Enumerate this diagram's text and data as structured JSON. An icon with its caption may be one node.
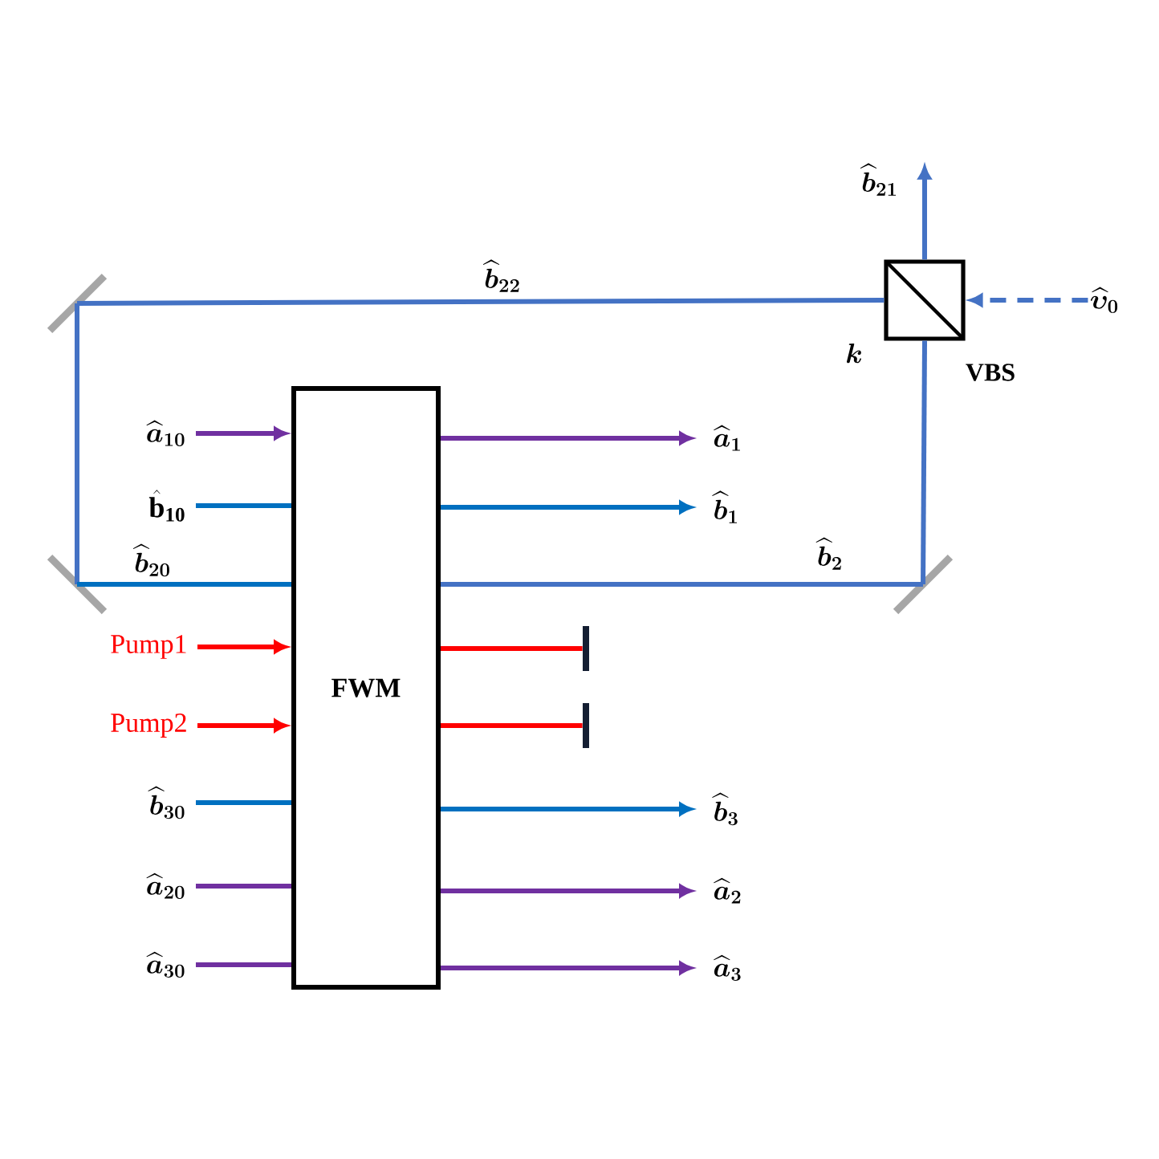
{
  "diagram": {
    "nodes": [
      {
        "text": [
          "FWM"
        ]
      },
      {
        "text": [
          "\\boldsymbol{\\widehat{a}_{10}}"
        ]
      },
      {
        "text": [
          "\\hat{\\mathbf{b}}_{\\mathbf{10}}"
        ]
      },
      {
        "text": [
          "Pump1"
        ]
      },
      {
        "text": [
          "Pump2"
        ]
      },
      {
        "text": [
          "\\boldsymbol{\\widehat{b}_{30}}"
        ]
      },
      {
        "text": [
          "\\boldsymbol{\\widehat{a}_{20}}"
        ]
      },
      {
        "text": [
          "\\boldsymbol{\\widehat{a}_{30}}"
        ]
      },
      {
        "text": [
          "\\boldsymbol{\\widehat{a}_{1}}"
        ]
      },
      {
        "text": [
          "\\boldsymbol{\\widehat{b}_{1}}"
        ]
      },
      {
        "text": [
          "\\boldsymbol{\\widehat{b}_{3}}"
        ]
      },
      {
        "text": [
          "\\boldsymbol{\\widehat{a}_{2}}"
        ]
      },
      {
        "text": [
          "\\boldsymbol{\\widehat{a}_{3}}"
        ]
      },
      {
        "text": [],
        "shape": "bar"
      },
      {
        "text": [],
        "shape": "bar"
      },
      {
        "text": [],
        "shape": "mirror"
      },
      {
        "text": [],
        "shape": "mirror"
      },
      {
        "text": [],
        "shape": "mirror"
      },
      {
        "text": [],
        "shape": "box",
        "beside": [
          "\\boldsymbol{k}",
          "VBS"
        ]
      },
      {
        "text": [
          "\\boldsymbol{\\widehat{b}_{21}}"
        ]
      },
      {
        "text": [
          "\\boldsymbol{\\widehat{\\upsilon}_{0}}"
        ]
      }
    ],
    "edges": [
      {
        "from": 1,
        "to": 0,
        "arrow": "to",
        "color": "#7030a0"
      },
      {
        "from": 2,
        "to": 0,
        "arrow": "none",
        "color": "#0070c0"
      },
      {
        "from": 3,
        "to": 0,
        "arrow": "to",
        "color": "#ff0000"
      },
      {
        "from": 4,
        "to": 0,
        "arrow": "to",
        "color": "#ff0000"
      },
      {
        "from": 5,
        "to": 0,
        "arrow": "none",
        "color": "#0070c0"
      },
      {
        "from": 6,
        "to": 0,
        "arrow": "none",
        "color": "#7030a0"
      },
      {
        "from": 7,
        "to": 0,
        "arrow": "none",
        "color": "#7030a0"
      },
      {
        "from": 0,
        "to": 8,
        "arrow": "to",
        "color": "#7030a0"
      },
      {
        "from": 0,
        "to": 9,
        "arrow": "to",
        "color": "#0070c0"
      },
      {
        "from": 0,
        "to": 13,
        "arrow": "none",
        "color": "#ff0000"
      },
      {
        "from": 0,
        "to": 14,
        "arrow": "none",
        "color": "#ff0000"
      },
      {
        "from": 0,
        "to": 10,
        "arrow": "to",
        "color": "#0070c0"
      },
      {
        "from": 0,
        "to": 11,
        "arrow": "to",
        "color": "#7030a0"
      },
      {
        "from": 0,
        "to": 12,
        "arrow": "to",
        "color": "#7030a0"
      },
      {
        "from": 0,
        "to": 17,
        "arrow": "none",
        "label": "\\boldsymbol{\\widehat{b}_{2}}"
      },
      {
        "from": 17,
        "to": 18,
        "arrow": "none"
      },
      {
        "from": 18,
        "to": 19,
        "arrow": "to"
      },
      {
        "from": 20,
        "to": 18,
        "arrow": "to",
        "style": "dashed"
      },
      {
        "from": 18,
        "to": 15,
        "arrow": "none",
        "label": "\\boldsymbol{\\widehat{b}_{22}}"
      },
      {
        "from": 15,
        "to": 16,
        "arrow": "none"
      },
      {
        "from": 16,
        "to": 0,
        "arrow": "none",
        "label": "\\boldsymbol{\\widehat{b}_{20}}",
        "color": "#0070c0"
      }
    ]
  }
}
